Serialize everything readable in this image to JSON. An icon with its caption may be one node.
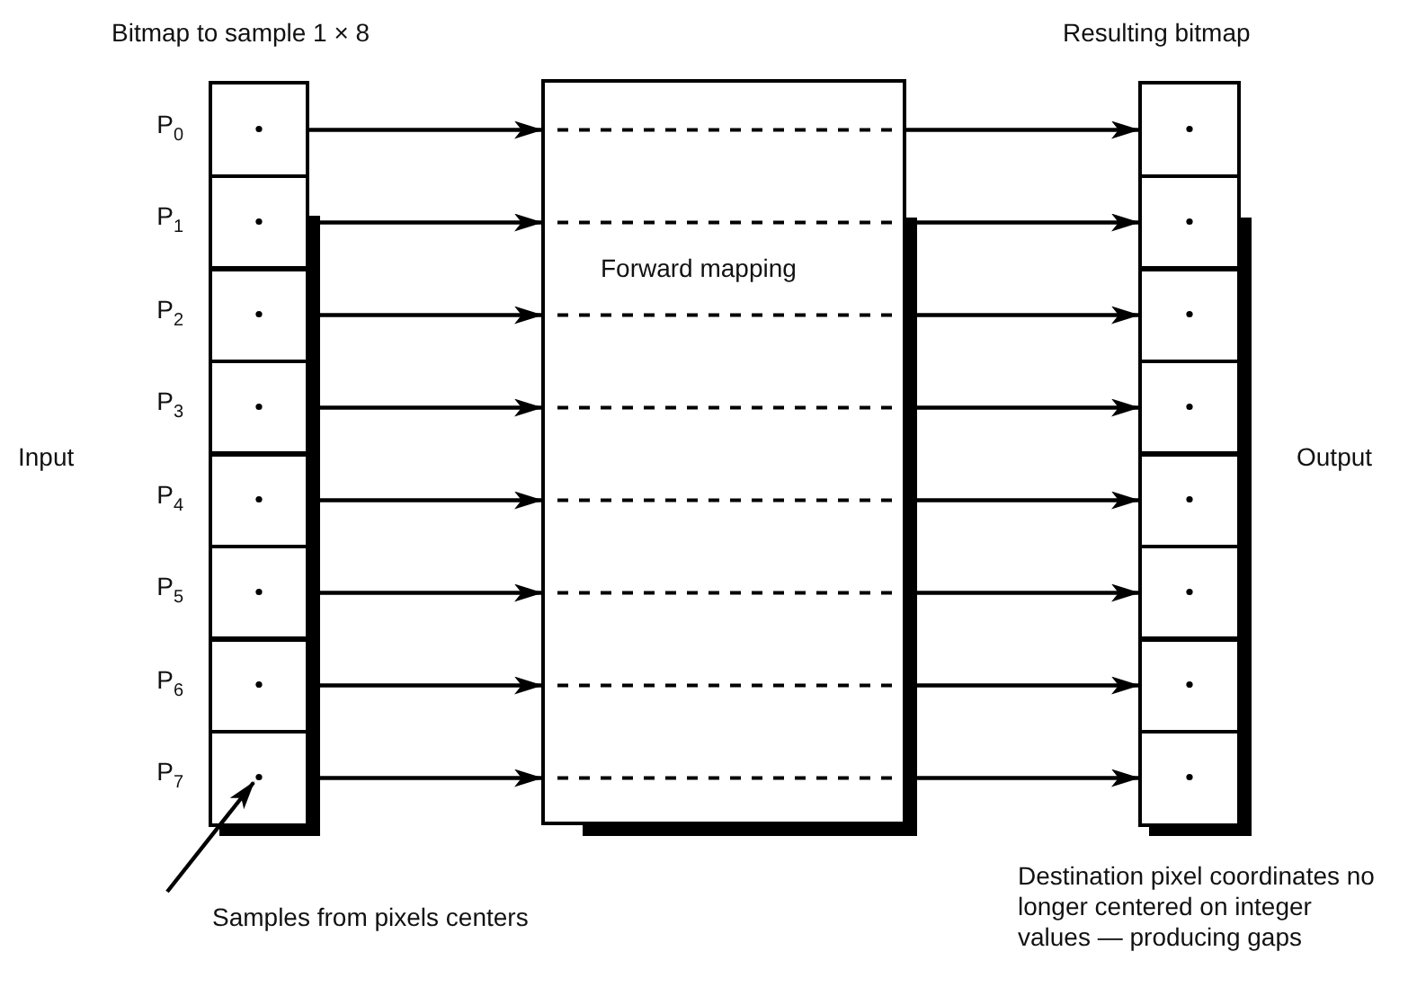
{
  "diagram": {
    "nodes": [
      {
        "text": [],
        "shape": "box",
        "beside": [
          "P$_{0}$"
        ]
      },
      {
        "text": [],
        "shape": "box",
        "beside": [
          "P$_{1}$"
        ]
      },
      {
        "text": [],
        "shape": "box",
        "beside": [
          "P$_{2}$"
        ]
      },
      {
        "text": [],
        "shape": "box",
        "beside": [
          "P$_{3}$"
        ]
      },
      {
        "text": [],
        "shape": "box",
        "beside": [
          "P$_{4}$"
        ]
      },
      {
        "text": [],
        "shape": "box",
        "beside": [
          "P$_{5}$"
        ]
      },
      {
        "text": [],
        "shape": "box",
        "beside": [
          "P$_{6}$"
        ]
      },
      {
        "text": [],
        "shape": "box",
        "beside": [
          "P$_{7}$"
        ]
      },
      {
        "text": [
          "Forward mapping"
        ]
      },
      {
        "text": [],
        "shape": "box"
      },
      {
        "text": [],
        "shape": "box"
      },
      {
        "text": [],
        "shape": "box"
      },
      {
        "text": [],
        "shape": "box"
      },
      {
        "text": [],
        "shape": "box"
      },
      {
        "text": [],
        "shape": "box"
      },
      {
        "text": [],
        "shape": "box"
      },
      {
        "text": [],
        "shape": "box"
      },
      {
        "text": [
          "Samples from pixels centers"
        ]
      }
    ],
    "edges": [
      {
        "from": 0,
        "to": 8,
        "arrow": "to"
      },
      {
        "from": 1,
        "to": 8,
        "arrow": "to"
      },
      {
        "from": 2,
        "to": 8,
        "arrow": "to"
      },
      {
        "from": 3,
        "to": 8,
        "arrow": "to"
      },
      {
        "from": 4,
        "to": 8,
        "arrow": "to"
      },
      {
        "from": 5,
        "to": 8,
        "arrow": "to"
      },
      {
        "from": 6,
        "to": 8,
        "arrow": "to"
      },
      {
        "from": 7,
        "to": 8,
        "arrow": "to"
      },
      {
        "from": 8,
        "to": 9,
        "arrow": "to"
      },
      {
        "from": 8,
        "to": 10,
        "arrow": "to"
      },
      {
        "from": 8,
        "to": 11,
        "arrow": "to"
      },
      {
        "from": 8,
        "to": 12,
        "arrow": "to"
      },
      {
        "from": 8,
        "to": 13,
        "arrow": "to"
      },
      {
        "from": 8,
        "to": 14,
        "arrow": "to"
      },
      {
        "from": 8,
        "to": 15,
        "arrow": "to"
      },
      {
        "from": 8,
        "to": 16,
        "arrow": "to"
      },
      {
        "from": 17,
        "to": 7,
        "arrow": "to"
      }
    ],
    "labels": [
      "Bitmap to sample 1 × 8",
      "Resulting bitmap",
      "Input",
      "Output",
      "Destination pixel coordinates no longer centered on integer values — producing gaps"
    ]
  }
}
